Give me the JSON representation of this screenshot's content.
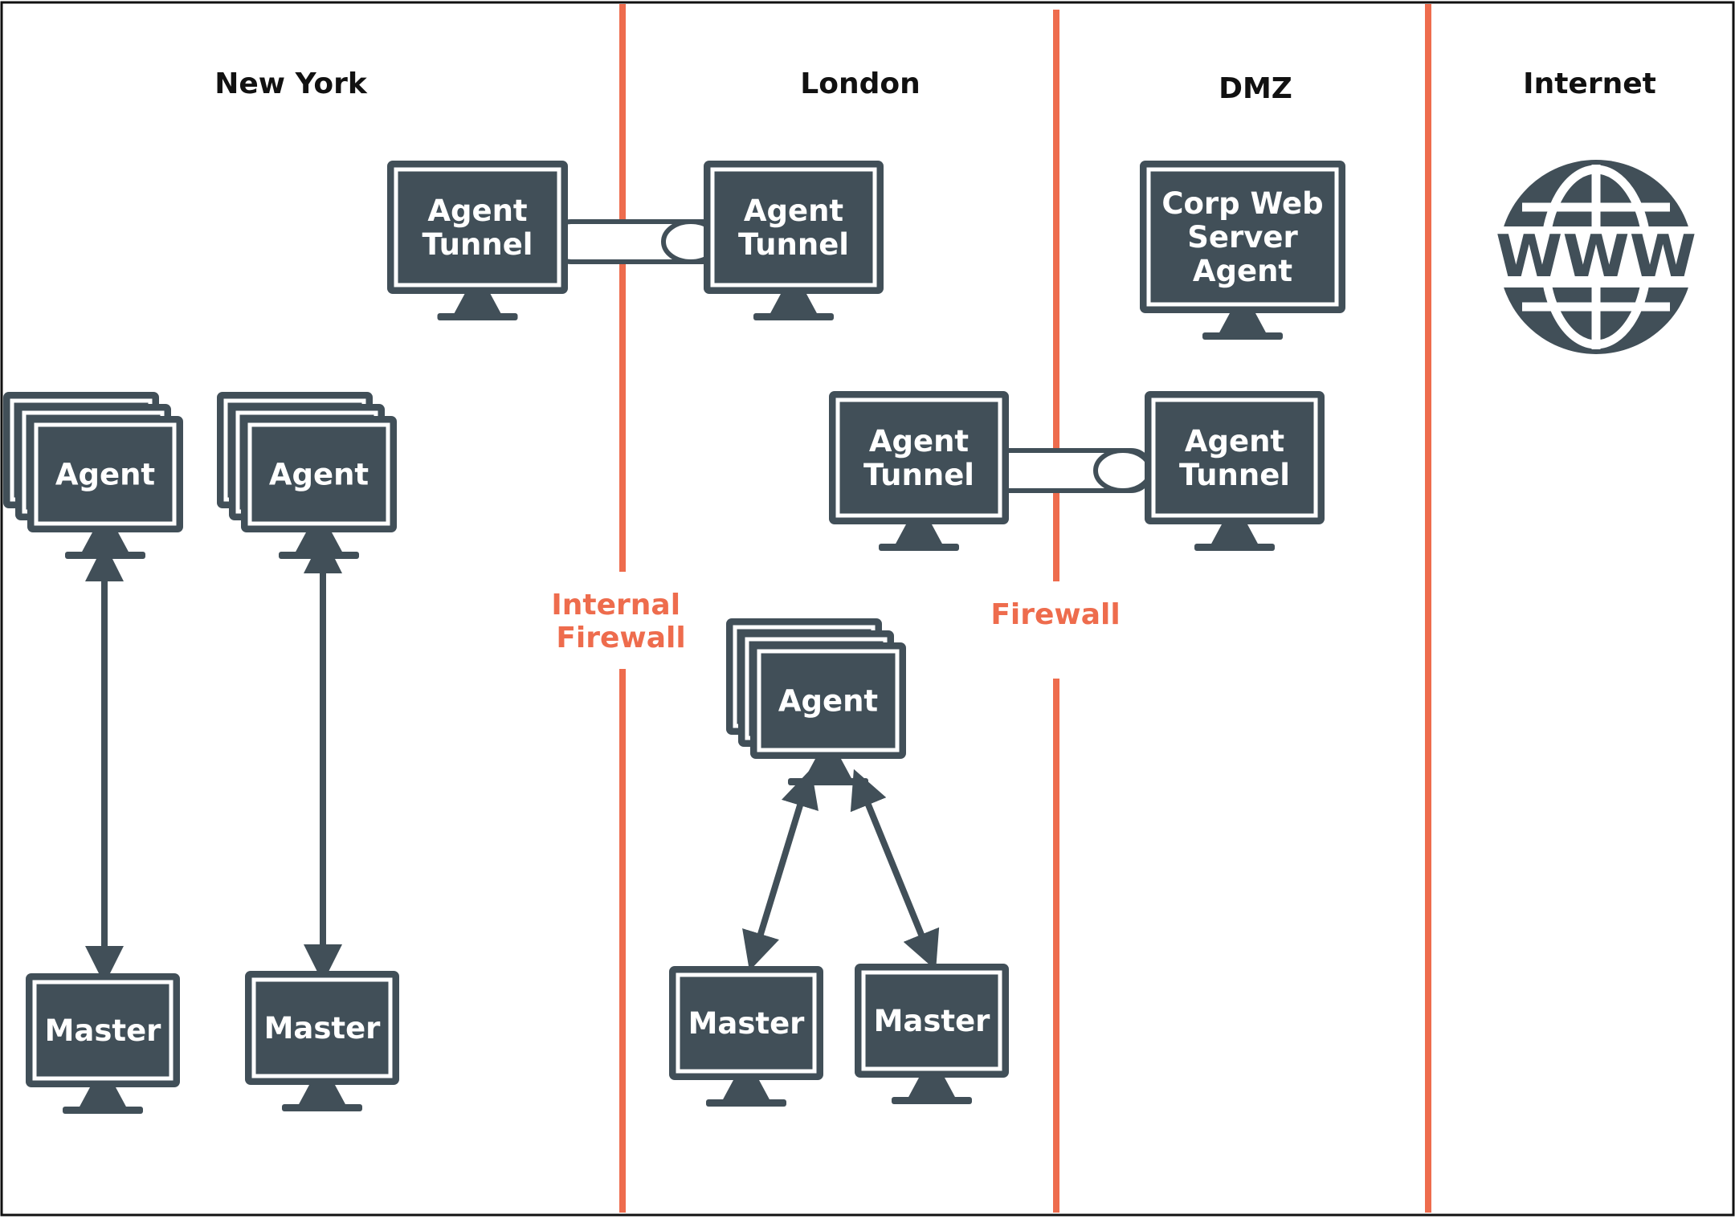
{
  "colors": {
    "monitor": "#414f58",
    "firewall": "#ee6c4d",
    "arrow": "#414f58",
    "border": "#111111"
  },
  "zones": {
    "new_york": "New York",
    "london": "London",
    "dmz": "DMZ",
    "internet": "Internet"
  },
  "firewalls": {
    "internal": [
      "Internal",
      "Firewall"
    ],
    "external": [
      "Firewall"
    ]
  },
  "monitors": [
    {
      "id": "ny-agent-tunnel",
      "lines": [
        "Agent",
        "Tunnel"
      ]
    },
    {
      "id": "london-agent-tunnel-top",
      "lines": [
        "Agent",
        "Tunnel"
      ]
    },
    {
      "id": "corp-web-server-agent",
      "lines": [
        "Corp Web",
        "Server",
        "Agent"
      ]
    },
    {
      "id": "london-agent-tunnel-mid",
      "lines": [
        "Agent",
        "Tunnel"
      ]
    },
    {
      "id": "dmz-agent-tunnel",
      "lines": [
        "Agent",
        "Tunnel"
      ]
    },
    {
      "id": "ny-agent-1",
      "lines": [
        "Agent"
      ],
      "stacked": true
    },
    {
      "id": "ny-agent-2",
      "lines": [
        "Agent"
      ],
      "stacked": true
    },
    {
      "id": "london-agent",
      "lines": [
        "Agent"
      ],
      "stacked": true
    },
    {
      "id": "ny-master-1",
      "lines": [
        "Master"
      ]
    },
    {
      "id": "ny-master-2",
      "lines": [
        "Master"
      ]
    },
    {
      "id": "london-master-1",
      "lines": [
        "Master"
      ]
    },
    {
      "id": "london-master-2",
      "lines": [
        "Master"
      ]
    }
  ],
  "internet_icon": {
    "name": "www-globe-icon",
    "text": "WWW"
  }
}
